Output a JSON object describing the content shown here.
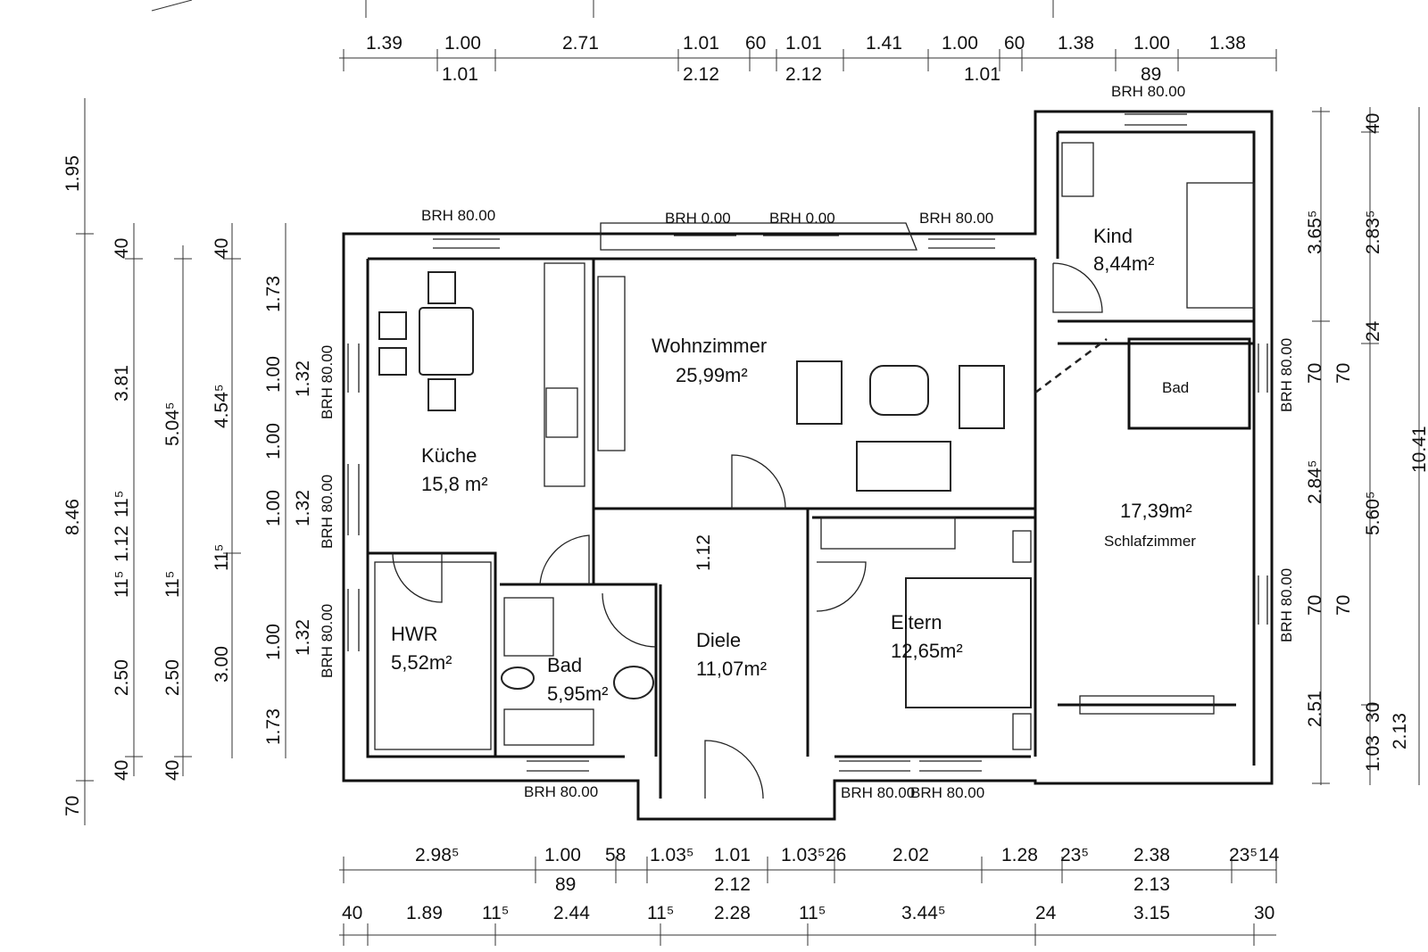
{
  "rooms": {
    "kueche": {
      "name": "Küche",
      "area": "15,8 m²"
    },
    "wohnzimmer": {
      "name": "Wohnzimmer",
      "area": "25,99m²"
    },
    "kind": {
      "name": "Kind",
      "area": "8,44m²"
    },
    "bad_top": {
      "name": "Bad"
    },
    "schlafzimmer": {
      "name": "Schlafzimmer",
      "area": "17,39m²"
    },
    "hwr": {
      "name": "HWR",
      "area": "5,52m²"
    },
    "bad": {
      "name": "Bad",
      "area": "5,95m²"
    },
    "diele": {
      "name": "Diele",
      "area": "11,07m²"
    },
    "eltern": {
      "name": "Eltern",
      "area": "12,65m²"
    }
  },
  "brh": {
    "b80": "BRH 80.00",
    "b0": "BRH 0.00"
  },
  "dims": {
    "top_row1": [
      "1.39",
      "1.00",
      "2.71",
      "1.01",
      "60",
      "1.01",
      "1.41",
      "1.00",
      "60",
      "1.38",
      "1.00",
      "1.38"
    ],
    "top_row2": [
      "1.01",
      "2.12",
      "2.12",
      "1.01",
      "89"
    ],
    "bottom_row1": [
      "2.98⁵",
      "1.00",
      "58",
      "1.03⁵",
      "1.01",
      "1.03⁵",
      "26",
      "2.02",
      "1.28",
      "23⁵",
      "2.38",
      "23⁵",
      "14"
    ],
    "bottom_row2": [
      "89",
      "2.12",
      "2.13"
    ],
    "bottom_row3": [
      "40",
      "1.89",
      "11⁵",
      "2.44",
      "11⁵",
      "2.28",
      "11⁵",
      "3.44⁵",
      "24",
      "3.15",
      "30"
    ],
    "left": [
      "1.95",
      "8.46",
      "70",
      "40",
      "3.81",
      "11⁵",
      "1.12",
      "11⁵",
      "2.50",
      "40",
      "5.04⁵",
      "11⁵",
      "2.50",
      "40",
      "40",
      "4.54⁵",
      "11⁵",
      "3.00",
      "1.73",
      "1.00",
      "1.00",
      "1.00",
      "1.00",
      "1.73",
      "1.32",
      "1.32",
      "1.32",
      "1.12"
    ],
    "right": [
      "40",
      "3.65⁵",
      "2.83⁵",
      "24",
      "70",
      "70",
      "2.84⁵",
      "5.60⁵",
      "10.41",
      "70",
      "70",
      "2.51",
      "1.03",
      "30",
      "2.13"
    ]
  }
}
